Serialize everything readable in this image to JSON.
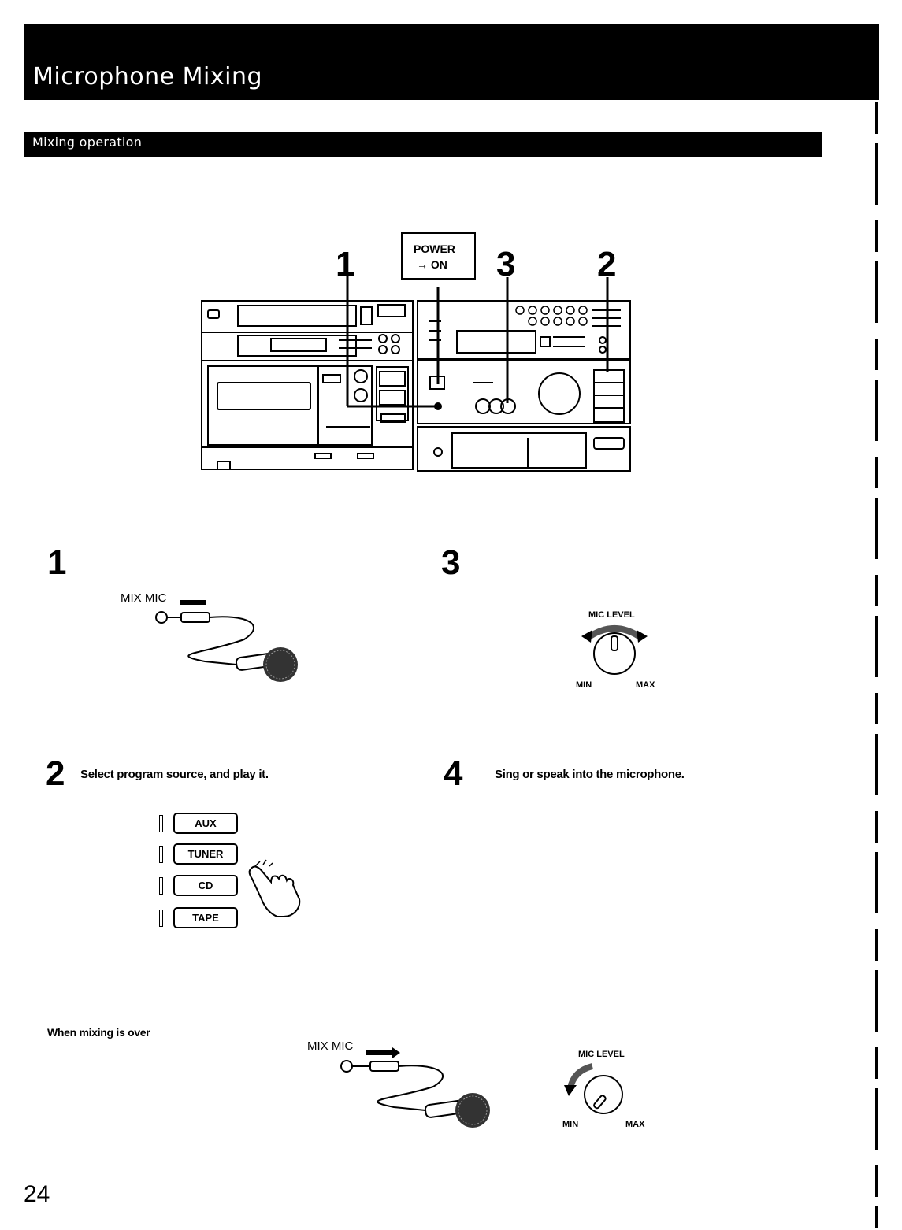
{
  "header": {
    "title": "Microphone Mixing",
    "subtitle": "Mixing operation"
  },
  "diagram": {
    "power_label": "POWER",
    "power_on": "→ ON",
    "callouts": [
      "1",
      "3",
      "2"
    ]
  },
  "steps": [
    {
      "number": "1",
      "text": "",
      "jack_label": "MIX MIC"
    },
    {
      "number": "2",
      "text": "Select program source, and play it.",
      "buttons": [
        "AUX",
        "TUNER",
        "CD",
        "TAPE"
      ]
    },
    {
      "number": "3",
      "text": "",
      "knob_label": "MIC LEVEL",
      "min": "MIN",
      "max": "MAX"
    },
    {
      "number": "4",
      "text": "Sing or speak into the microphone."
    }
  ],
  "when_over": {
    "heading": "When mixing is over",
    "jack_label": "MIX MIC",
    "knob_label": "MIC LEVEL",
    "min": "MIN",
    "max": "MAX"
  },
  "page_number": "24"
}
